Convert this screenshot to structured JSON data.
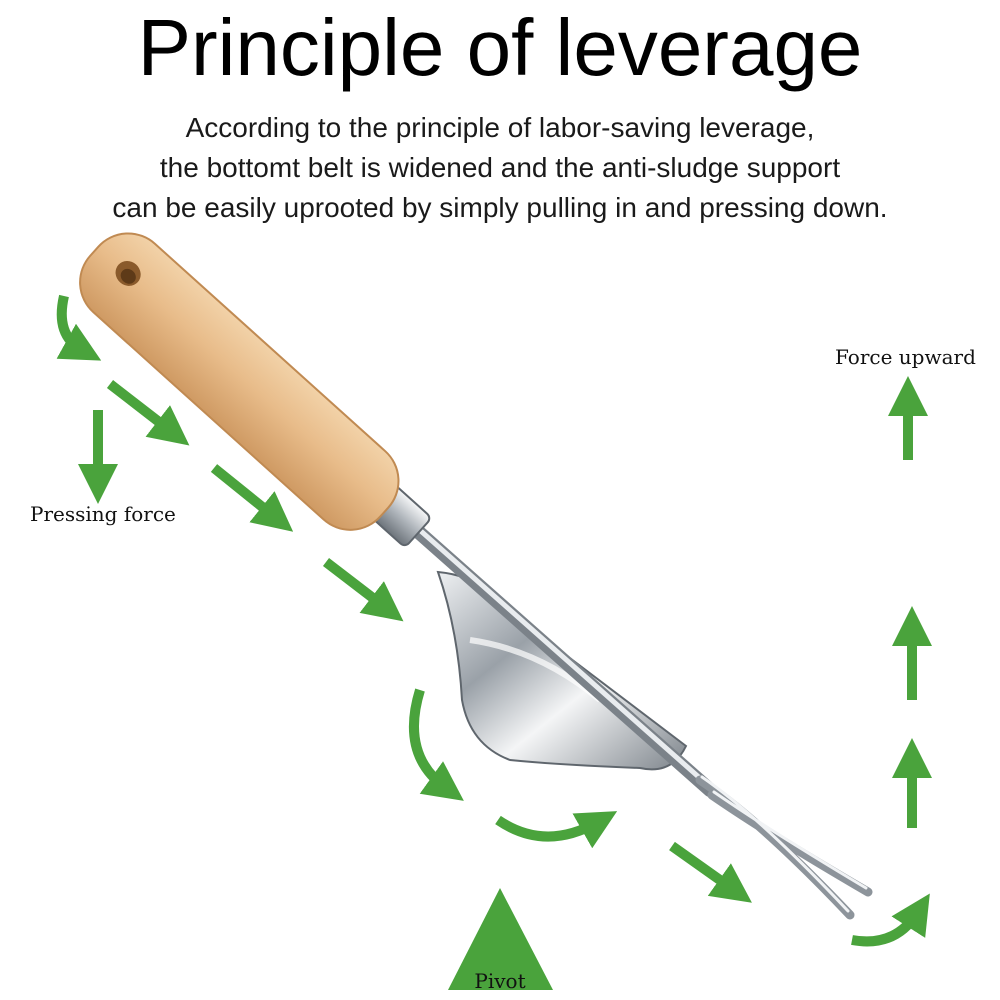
{
  "title": "Principle of leverage",
  "description": [
    "According to the principle of labor-saving leverage,",
    "the bottomt belt is widened and the anti-sludge support",
    "can be easily uprooted by simply pulling in and pressing down."
  ],
  "labels": {
    "pressing_force": "Pressing force",
    "force_upward": "Force upward",
    "pivot": "Pivot"
  },
  "colors": {
    "arrow_green": "#4aa33c",
    "handle_wood": "#e6b987",
    "steel": "#c9ced3"
  },
  "icons": [
    "arrow-icon",
    "pivot-triangle-icon"
  ]
}
